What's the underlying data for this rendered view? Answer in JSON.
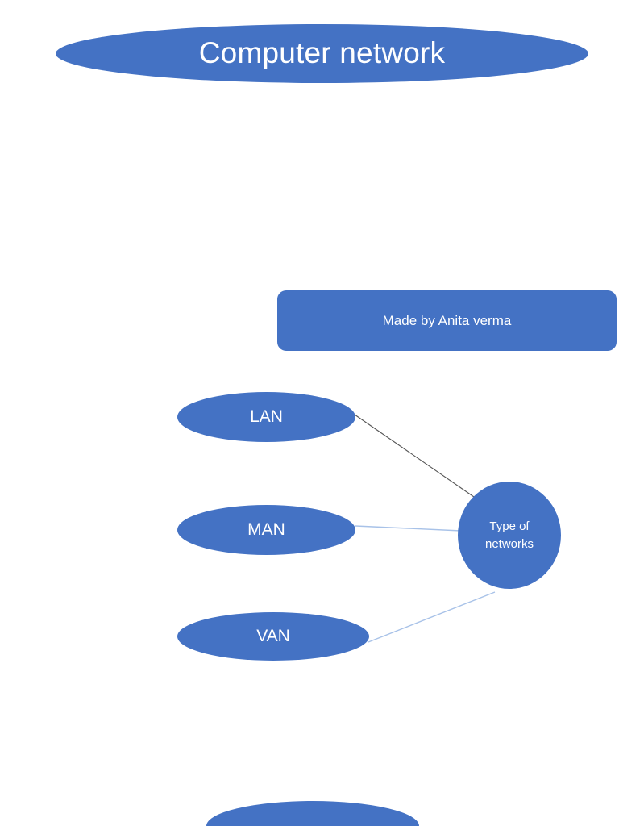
{
  "slide": {
    "background_color": "#ffffff",
    "shape_fill_color": "#4472C4",
    "shape_text_color": "#ffffff",
    "title": {
      "text": "Computer network",
      "shape": "ellipse"
    },
    "author_note": {
      "text": "Made by Anita verma",
      "shape": "rounded-rectangle"
    },
    "diagram": {
      "hub": {
        "line1": "Type of",
        "line2": "networks",
        "shape": "ellipse"
      },
      "nodes": [
        {
          "label": "LAN",
          "shape": "ellipse",
          "connector_color": "#555555"
        },
        {
          "label": "MAN",
          "shape": "ellipse",
          "connector_color": "#A8C2E8"
        },
        {
          "label": "VAN",
          "shape": "ellipse",
          "connector_color": "#A8C2E8"
        }
      ]
    },
    "bottom_partial": {
      "label": "",
      "shape": "ellipse"
    }
  }
}
